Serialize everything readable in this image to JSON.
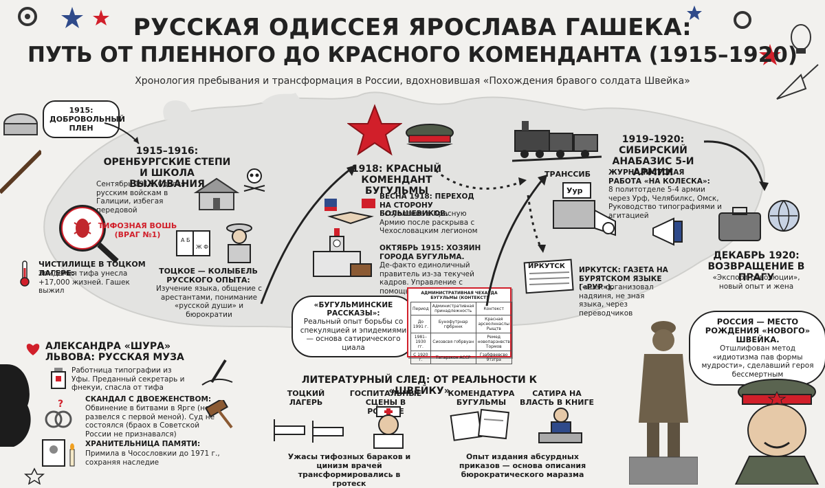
{
  "title": {
    "line1": "РУССКАЯ ОДИССЕЯ ЯРОСЛАВА ГАШЕКА:",
    "line2": "ПУТЬ ОТ ПЛЕННОГО ДО КРАСНОГО КОМЕНДАНТА (1915–1920)",
    "subtitle": "Хронология пребывания и трансформация в России, вдохновившая «Похождения бравого солдата Швейка»"
  },
  "bubble_1915": "1915: ДОБРОВОЛЬНЫЙ ПЛЕН",
  "orenburg": {
    "heading": "1915–1916: ОРЕНБУРГСКИЕ СТЕПИ И ШКОЛА ВЫЖИВАНИЯ",
    "sept": "Сентябрь 1915: Сдался русским войскам в Галиции, избегая передовой",
    "louse_label": "ТИФОЗНАЯ ВОШЬ (ВРАГ №1)",
    "purgatory": "ЧИСТИЛИЩЕ В ТОЦКОМ ЛАГЕРЕ:",
    "purgatory_text": "Эпидемия тифа унесла +17,000 жизней. Гашек выжил",
    "totskoe_head": "ТОЦКОЕ — КОЛЫБЕЛЬ РУССКОГО ОПЫТА:",
    "totskoe_text": "Изучение языка, общение с арестантами, понимание «русской души» и бюрократии"
  },
  "bugulma": {
    "heading": "1918: КРАСНЫЙ КОМЕНДАНТ БУГУЛЬМЫ",
    "spring_head": "ВЕСНА 1918: ПЕРЕХОД НА СТОРОНУ БОЛЬШЕВИКОВ.",
    "spring_text": "Вступление в Красную Армию после раскрыва с Чехословацким легионом",
    "oct_head": "ОКТЯБРЬ 1915: ХОЗЯИН ГОРОДА БУГУЛЬМА.",
    "oct_text": "Де-факто единоличный правитель из-за текучей кадров. Управление с помощью абсурдного юмора",
    "stories_head": "«БУГУЛЬМИНСКИЕ РАССКАЗЫ»:",
    "stories_text": "Реальный опыт борьбы со спекуляцией и эпидемиями — основа сатирического циала",
    "table_title": "АДМИНИСТРАТИВНАЯ ЧЕХАРДА БУГУЛЬМЫ (КОНТЕКСТ)",
    "table": [
      [
        "Период",
        "Административная принадлежность",
        "Контекст"
      ],
      [
        "До 1991 г.",
        "Бунофутрнар гфбрннк",
        "Красная арсеолннаслы Рыщтв"
      ],
      [
        "1981–1930 гг.",
        "Сиозвсвя гобрвуан",
        "Ремед новопарзнвств Тормов"
      ],
      [
        "С 1920 г.",
        "Татарзкон АССР",
        "Гзабфвевсво 9тзтра"
      ]
    ]
  },
  "transsib_label": "ТРАНССИБ",
  "siberia": {
    "heading": "1919–1920: СИБИРСКИЙ АНАБАЗИС 5-И АРМИИ",
    "journal_head": "ЖУРНАЛИСТСКАЯ РАБОТА «НА КОЛЕСКА»:",
    "journal_text": "8 политотделе 5-4 армии через Урф, Челябилкс, Омск, Руководство типографиями и агитацией",
    "press_label": "Уур",
    "irkutsk_sign": "ИРКУТСК",
    "irkutsk_head": "ИРКУТСК: ГАЗЕТА НА БУРЯТСКОМ ЯЗЫКЕ («РУР»).",
    "irkutsk_text": "Гашек организовал надяиня, не зная языка, через переводчиков"
  },
  "prague": {
    "heading": "ДЕКАБРЬ 1920: ВОЗВРАЩЕНИЕ В ПРАГУ",
    "text": "«Экспорт революции», новый опыт и жена"
  },
  "birthplace": {
    "heading": "РОССИЯ — МЕСТО РОЖДЕНИЯ «НОВОГО» ШВЕЙКА.",
    "text": "Отшлифован метод «идиотизма пав формы мудрости», сделавший героя бессмертным"
  },
  "shura": {
    "heading": "АЛЕКСАНДРА «ШУРА» ЛЬВОВА: РУССКАЯ МУЗА",
    "item1": "Работница типографии из Уфы. Преданный секретарь и фнекуи, спасла от тифа",
    "item2_head": "СКАНДАЛ С ДВОЕЖЕНСТВОМ:",
    "item2_text": "Обвинение в битвами в Ярге (не развелся с первой меной). Суд не состоялся (браох в Советской России не признавался)",
    "item3_head": "ХРАНИТЕЛЬНИЦА ПАМЯТИ:",
    "item3_text": "Примила в Чосословкии до 1971 г., сохраняя наследие"
  },
  "literary": {
    "heading": "ЛИТЕРАТУРНЫЙ СЛЕД: ОТ РЕАЛЬНОСТИ К «ШВЕЙКУ»",
    "col1": "ТОЦКИЙ ЛАГЕРЬ",
    "col2": "ГОСПИТАЛЬНЫЕ СЦЕНЫ В РОМАЙЕ",
    "col3": "КОМЕНДАТУРА БУГУЛЬМЫ",
    "col4": "САТИРА НА ВЛАСТЬ В КНИГЕ",
    "caption_left": "Ужасы тифозных бараков и цинизм врачей трансформировались в гротеск",
    "caption_right": "Опыт издания абсурдных приказов — основа описания бюрократического маразма"
  },
  "colors": {
    "accent": "#d11f2a",
    "ink": "#1c1c1c",
    "paper": "#f2f1ee"
  }
}
